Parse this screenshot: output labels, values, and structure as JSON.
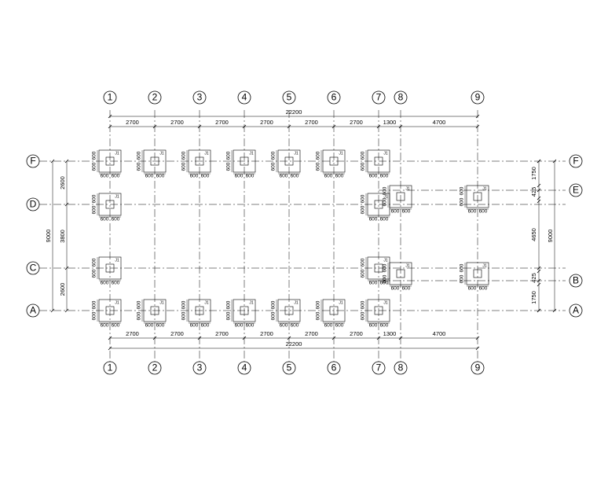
{
  "plan": {
    "top_total": "22200",
    "bottom_total": "22200",
    "left_total": "9000",
    "right_total": "9000",
    "col_spacing_labels": [
      "2700",
      "2700",
      "2700",
      "2700",
      "2700",
      "2700",
      "1300",
      "4700"
    ],
    "left_seg_labels": [
      "2600",
      "3800",
      "2600"
    ],
    "right_seg_labels": [
      "1750",
      "425",
      "4650",
      "425",
      "1750"
    ],
    "footing_size_label": "600",
    "footing_tag": "J1"
  },
  "axes": {
    "columns": [
      {
        "label": "1"
      },
      {
        "label": "2"
      },
      {
        "label": "3"
      },
      {
        "label": "4"
      },
      {
        "label": "5"
      },
      {
        "label": "6"
      },
      {
        "label": "7"
      },
      {
        "label": "8"
      },
      {
        "label": "9"
      }
    ],
    "rows_left": [
      {
        "label": "F"
      },
      {
        "label": "D"
      },
      {
        "label": "C"
      },
      {
        "label": "A"
      }
    ],
    "rows_right": [
      {
        "label": "F"
      },
      {
        "label": "E"
      },
      {
        "label": "B"
      },
      {
        "label": "A"
      }
    ]
  },
  "colors": {
    "line": "#000000",
    "background": "#ffffff"
  }
}
